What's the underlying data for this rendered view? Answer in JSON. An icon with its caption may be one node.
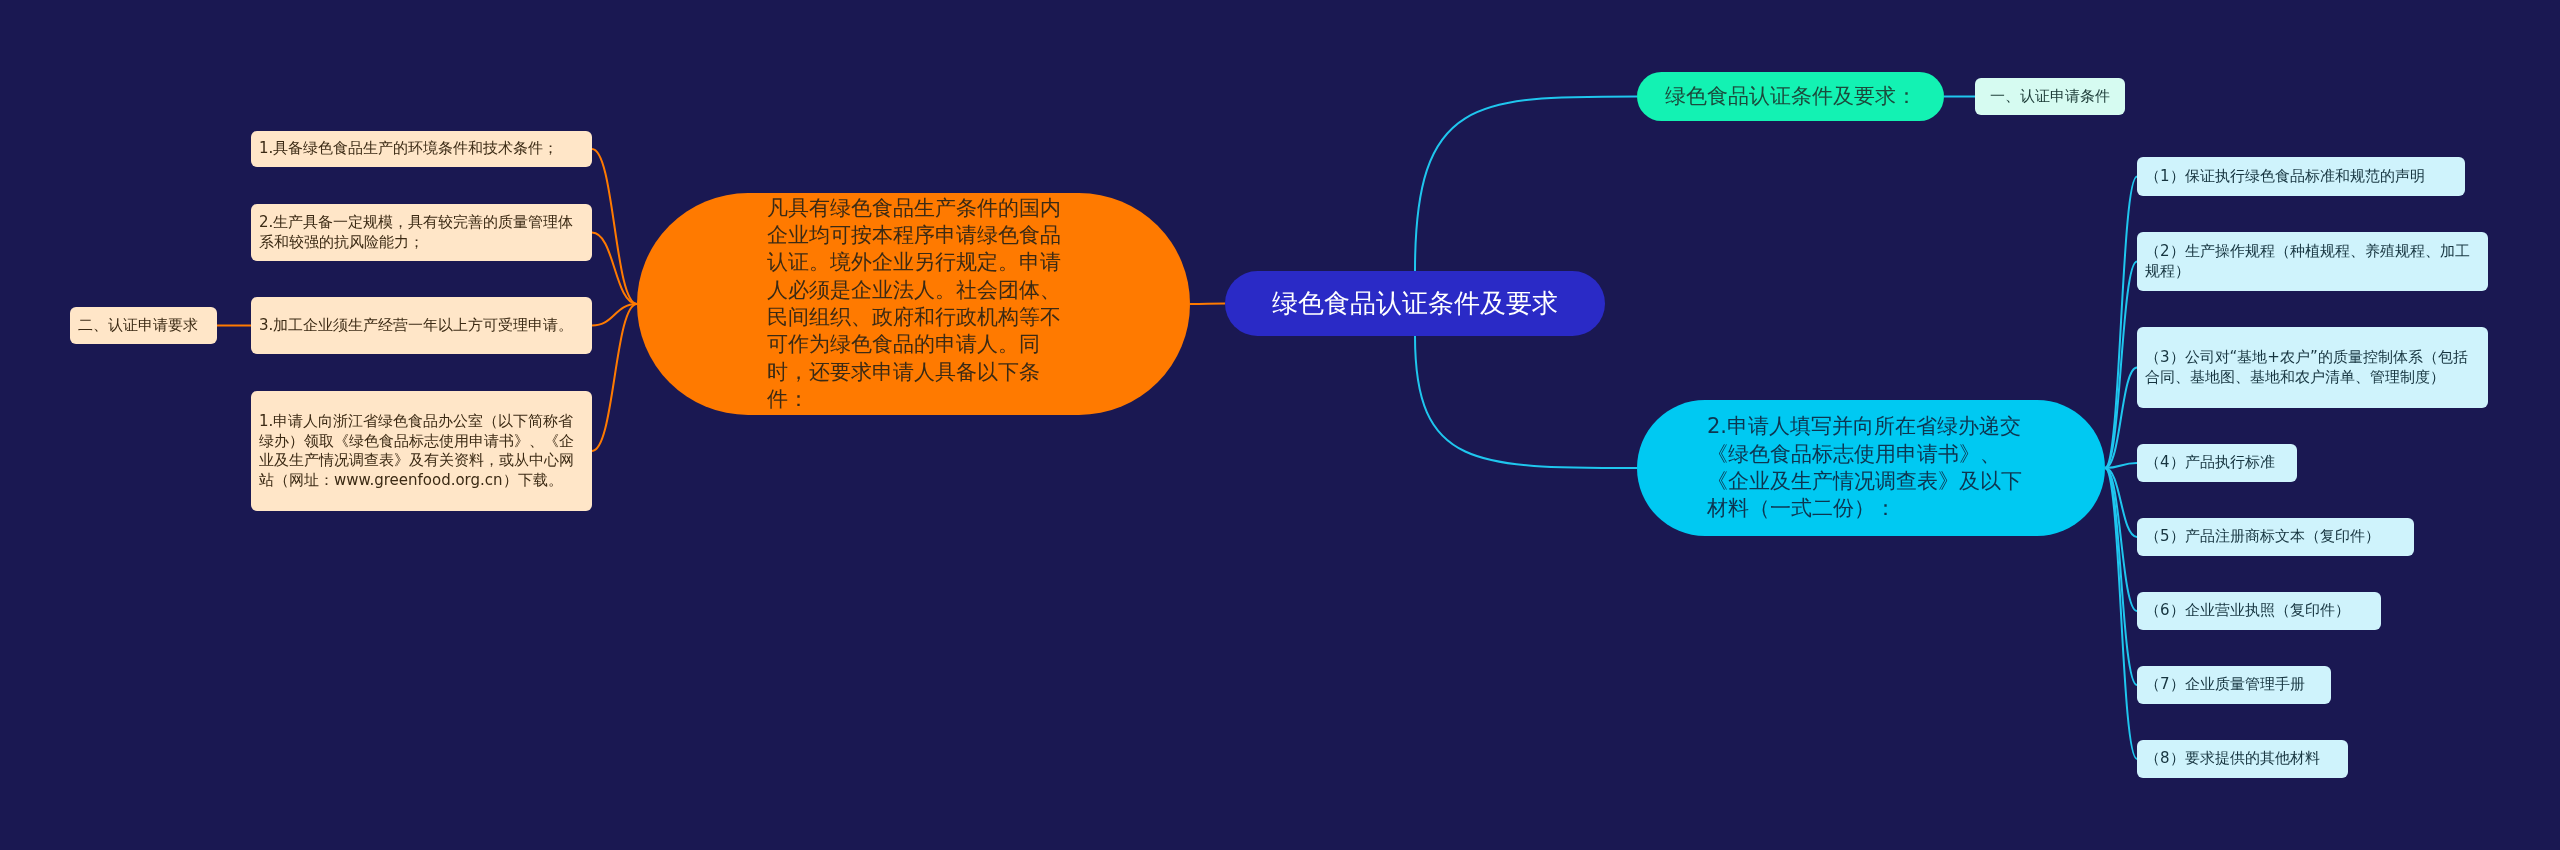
{
  "diagram": {
    "nodes": [
      {
        "text": [
          "绿色食品认证条件及要求"
        ]
      },
      {
        "text": [
          "凡具有绿色食品生产条件的国内企业均可按本程序申请绿色食品认证。境外企业另行规定。申请人必须是企业法人。社会团体、民间组织、政府和行政机构等不可作为绿色食品的申请人。同时，还要求申请人具备以下条件："
        ]
      },
      {
        "text": [
          "1.具备绿色食品生产的环境条件和技术条件；"
        ]
      },
      {
        "text": [
          "2.生产具备一定规模，具有较完善的质量管理体系和较强的抗风险能力；"
        ]
      },
      {
        "text": [
          "3.加工企业须生产经营一年以上方可受理申请。"
        ]
      },
      {
        "text": [
          "1.申请人向浙江省绿色食品办公室（以下简称省绿办）领取《绿色食品标志使用申请书》、《企业及生产情况调查表》及有关资料，或从中心网站（网址：www.greenfood.org.cn）下载。"
        ]
      },
      {
        "text": [
          "二、认证申请要求"
        ]
      },
      {
        "text": [
          "绿色食品认证条件及要求："
        ]
      },
      {
        "text": [
          "一、认证申请条件"
        ]
      },
      {
        "text": [
          "2.申请人填写并向所在省绿办递交《绿色食品标志使用申请书》、《企业及生产情况调查表》及以下材料（一式二份）："
        ]
      },
      {
        "text": [
          "（1）保证执行绿色食品标准和规范的声明"
        ]
      },
      {
        "text": [
          "（2）生产操作规程（种植规程、养殖规程、加工规程）"
        ]
      },
      {
        "text": [
          "（3）公司对“基地+农户”的质量控制体系（包括合同、基地图、基地和农户清单、管理制度）"
        ]
      },
      {
        "text": [
          "（4）产品执行标准"
        ]
      },
      {
        "text": [
          "（5）产品注册商标文本（复印件）"
        ]
      },
      {
        "text": [
          "（6）企业营业执照（复印件）"
        ]
      },
      {
        "text": [
          "（7）企业质量管理手册"
        ]
      },
      {
        "text": [
          "（8）要求提供的其他材料"
        ]
      }
    ],
    "edges": [
      {
        "from": 0,
        "to": 1,
        "arrow": "none",
        "color": "#ff7a00"
      },
      {
        "from": 1,
        "to": 2,
        "arrow": "none",
        "color": "#ff7a00"
      },
      {
        "from": 1,
        "to": 3,
        "arrow": "none",
        "color": "#ff7a00"
      },
      {
        "from": 1,
        "to": 4,
        "arrow": "none",
        "color": "#ff7a00"
      },
      {
        "from": 1,
        "to": 5,
        "arrow": "none",
        "color": "#ff7a00"
      },
      {
        "from": 4,
        "to": 6,
        "arrow": "none",
        "color": "#ff7a00"
      },
      {
        "from": 0,
        "to": 7,
        "arrow": "none"
      },
      {
        "from": 7,
        "to": 8,
        "arrow": "none"
      },
      {
        "from": 0,
        "to": 9,
        "arrow": "none"
      },
      {
        "from": 9,
        "to": 10,
        "arrow": "none"
      },
      {
        "from": 9,
        "to": 11,
        "arrow": "none"
      },
      {
        "from": 9,
        "to": 12,
        "arrow": "none"
      },
      {
        "from": 9,
        "to": 13,
        "arrow": "none"
      },
      {
        "from": 9,
        "to": 14,
        "arrow": "none"
      },
      {
        "from": 9,
        "to": 15,
        "arrow": "none"
      },
      {
        "from": 9,
        "to": 16,
        "arrow": "none"
      },
      {
        "from": 9,
        "to": 17,
        "arrow": "none"
      }
    ]
  }
}
